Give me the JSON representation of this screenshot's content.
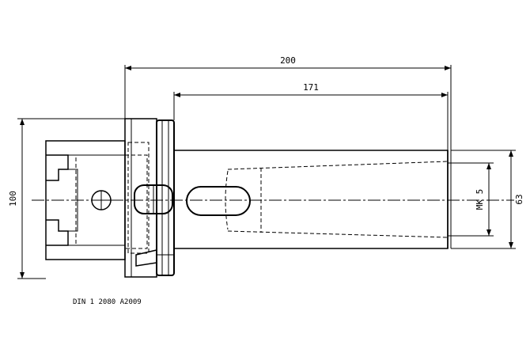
{
  "drawing": {
    "dimensions": {
      "overall_length": "200",
      "shank_length": "171",
      "flange_diameter": "100",
      "bore_diameter": "63",
      "taper": "MK 5"
    },
    "part_note": "DIN 1 2080 A2009"
  }
}
